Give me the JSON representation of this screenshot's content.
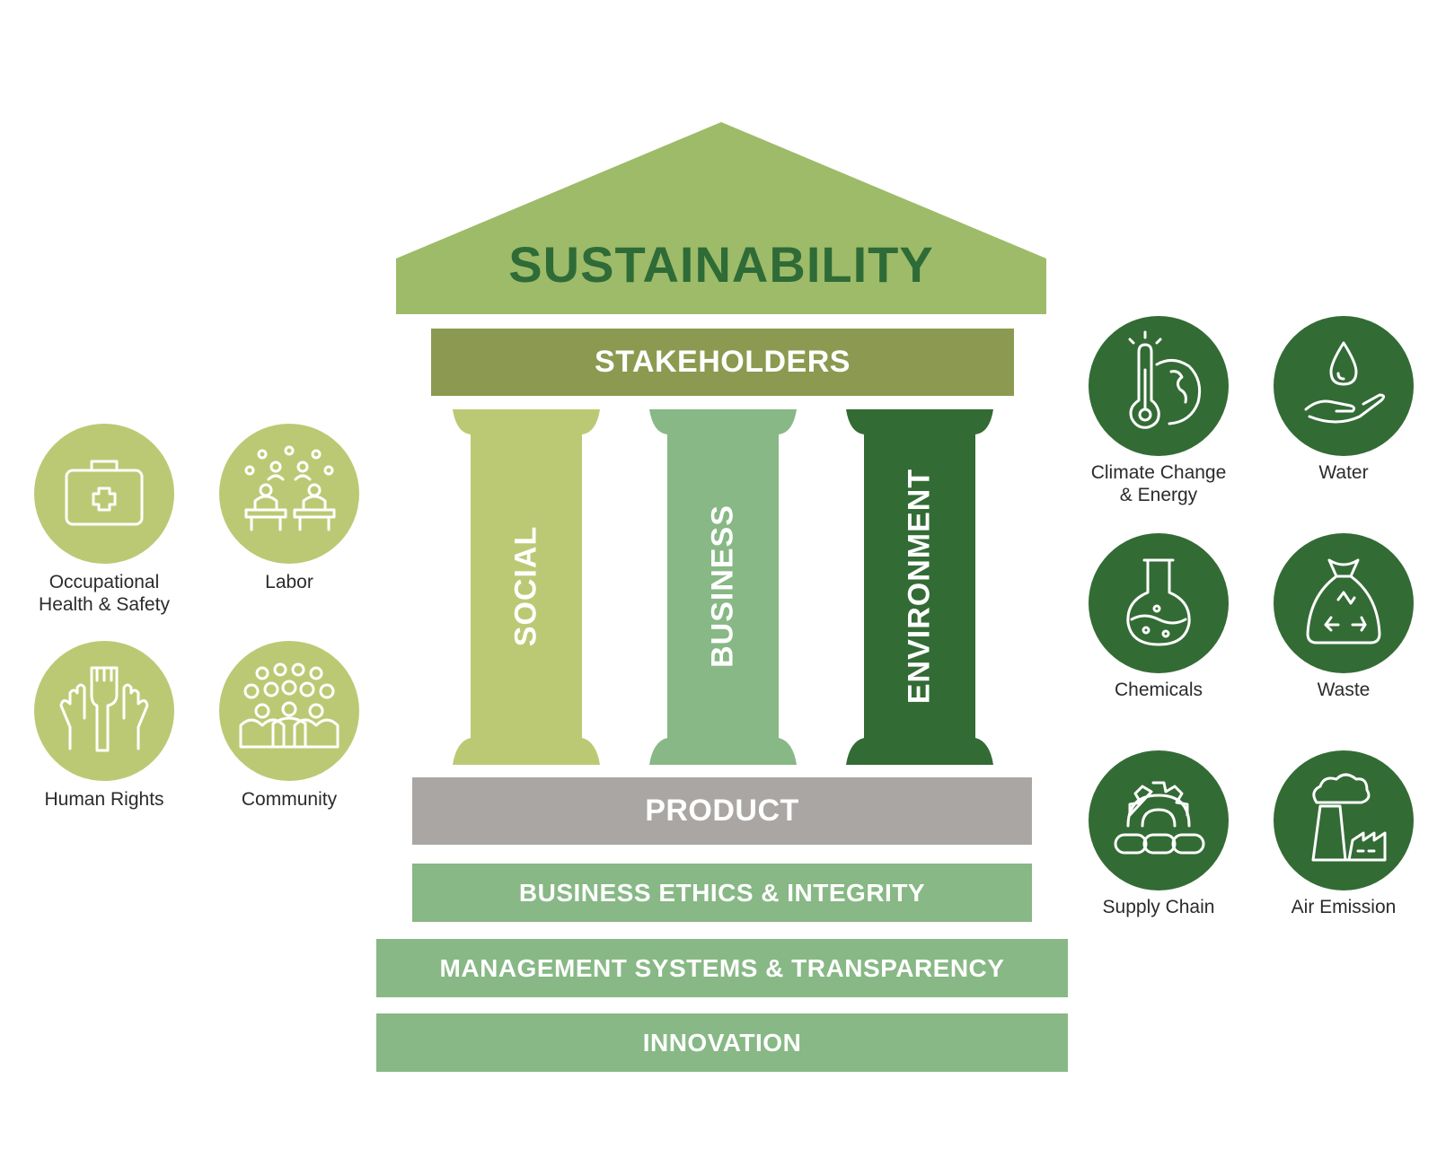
{
  "colors": {
    "roof": "#9dbb68",
    "roof_text": "#2e6b37",
    "stakeholders": "#8b9a50",
    "social": "#bcc974",
    "business": "#87b885",
    "environment": "#336b35",
    "product": "#aaa6a3",
    "base": "#87b885",
    "social_icon": "#bcc974",
    "env_icon": "#336b35"
  },
  "roof": {
    "title": "SUSTAINABILITY"
  },
  "stakeholders": {
    "label": "STAKEHOLDERS"
  },
  "pillars": [
    {
      "label": "SOCIAL"
    },
    {
      "label": "BUSINESS"
    },
    {
      "label": "ENVIRONMENT"
    }
  ],
  "foundation": {
    "product": "PRODUCT",
    "ethics": "BUSINESS ETHICS & INTEGRITY",
    "management": "MANAGEMENT SYSTEMS & TRANSPARENCY",
    "innovation": "INNOVATION"
  },
  "social_topics": [
    {
      "label": "Occupational\nHealth & Safety",
      "icon": "first-aid-kit-icon"
    },
    {
      "label": "Labor",
      "icon": "workers-icon"
    },
    {
      "label": "Human Rights",
      "icon": "raised-hands-icon"
    },
    {
      "label": "Community",
      "icon": "crowd-icon"
    }
  ],
  "environment_topics": [
    {
      "label": "Climate Change\n& Energy",
      "icon": "thermometer-globe-icon"
    },
    {
      "label": "Water",
      "icon": "water-drop-hand-icon"
    },
    {
      "label": "Chemicals",
      "icon": "flask-icon"
    },
    {
      "label": "Waste",
      "icon": "recycle-bag-icon"
    },
    {
      "label": "Supply Chain",
      "icon": "gear-chain-icon"
    },
    {
      "label": "Air Emission",
      "icon": "factory-smoke-icon"
    }
  ]
}
